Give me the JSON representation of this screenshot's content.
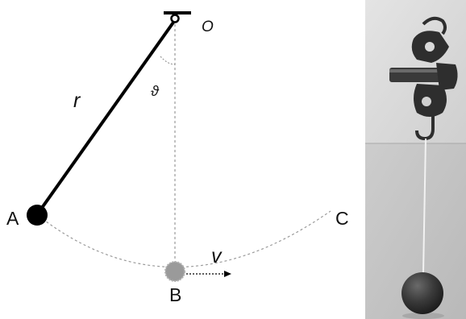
{
  "diagram": {
    "labels": {
      "pivot": "O",
      "length": "r",
      "angle": "ϑ",
      "point_a": "A",
      "point_b": "B",
      "point_c": "C",
      "velocity": "v"
    },
    "colors": {
      "string": "#000000",
      "bob_start": "#000000",
      "bob_bottom": "#9a9a9a",
      "guide_lines": "#9a9a9a",
      "text": "#111111"
    }
  },
  "photo": {
    "description_icon": "pendulum-photo",
    "colors": {
      "background_top": "#d9d9d9",
      "background_bottom": "#c4c4c4",
      "clamp": "#2e2e2e",
      "ball": "#3a3a3a",
      "string": "#f2f2f2"
    }
  }
}
